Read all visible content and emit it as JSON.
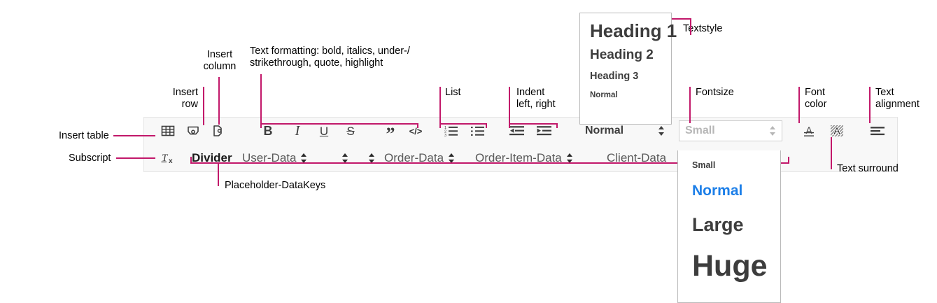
{
  "annotations": [
    {
      "id": "insert-table",
      "text": "Insert table"
    },
    {
      "id": "subscript",
      "text": "Subscript"
    },
    {
      "id": "insert-row",
      "text": "Insert\nrow"
    },
    {
      "id": "insert-column",
      "text": "Insert\ncolumn"
    },
    {
      "id": "text-formatting",
      "text": "Text formatting: bold, italics, under-/\nstrikethrough, quote, highlight"
    },
    {
      "id": "list",
      "text": "List"
    },
    {
      "id": "indent",
      "text": "Indent\nleft, right"
    },
    {
      "id": "textstyle",
      "text": "Textstyle"
    },
    {
      "id": "fontsize",
      "text": "Fontsize"
    },
    {
      "id": "font-color",
      "text": "Font\ncolor"
    },
    {
      "id": "text-alignment",
      "text": "Text\nalignment"
    },
    {
      "id": "text-surround",
      "text": "Text surround"
    },
    {
      "id": "placeholder-datakeys",
      "text": "Placeholder-DataKeys"
    }
  ],
  "toolbar": {
    "row1": {
      "insert_table": "insert-table-icon",
      "insert_row": "insert-row-icon",
      "insert_column": "insert-column-icon",
      "bold": "B",
      "italic": "I",
      "underline": "U",
      "strikethrough": "S",
      "quote": "”",
      "highlight": "</>",
      "ordered_list": "ordered-list-icon",
      "bullet_list": "bullet-list-icon",
      "outdent": "outdent-icon",
      "indent": "indent-icon",
      "textstyle_value": "Normal",
      "fontsize_value": "Small",
      "font_color": "font-color-icon",
      "text_surround": "text-surround-icon",
      "text_alignment": "text-alignment-icon"
    },
    "row2": {
      "subscript": "subscript-icon",
      "keys": [
        {
          "label": "Divider",
          "strong": true,
          "arrows": false
        },
        {
          "label": "User-Data",
          "strong": false,
          "arrows": true
        },
        {
          "label": "Order-Data",
          "strong": false,
          "arrows": true
        },
        {
          "label": "Order-Item-Data",
          "strong": false,
          "arrows": true
        },
        {
          "label": "Client-Data",
          "strong": false,
          "arrows": false
        }
      ]
    }
  },
  "textstyle_popup": {
    "options": [
      "Heading 1",
      "Heading 2",
      "Heading 3",
      "Normal"
    ]
  },
  "fontsize_popup": {
    "options": [
      "Small",
      "Normal",
      "Large",
      "Huge"
    ],
    "selected": "Normal",
    "selected_color": "#1d7fe8"
  },
  "colors": {
    "annotation_line": "#c2186a",
    "toolbar_bg": "#f8f8f8",
    "toolbar_border": "#e4e4e4",
    "icon": "#3d3d3d"
  }
}
